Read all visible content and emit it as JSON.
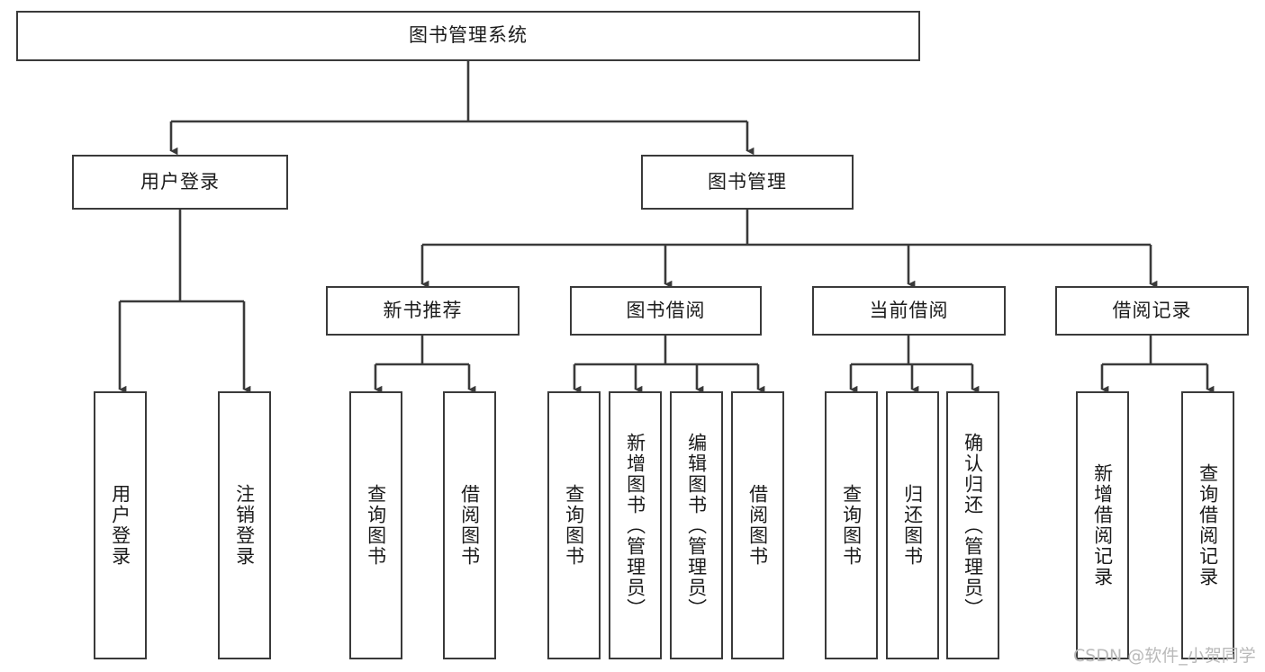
{
  "diagram": {
    "title": "图书管理系统",
    "type": "hierarchy-tree",
    "watermark": "CSDN @软件_小贺同学",
    "colors": {
      "line": "#3a3a3a",
      "box_fill": "#ffffff",
      "text": "#1b1b1b",
      "watermark": "#b9b9b9"
    },
    "levels": {
      "root": {
        "label": "图书管理系统"
      },
      "level2": [
        {
          "label": "用户登录"
        },
        {
          "label": "图书管理"
        }
      ],
      "level3": [
        {
          "label": "新书推荐"
        },
        {
          "label": "图书借阅"
        },
        {
          "label": "当前借阅"
        },
        {
          "label": "借阅记录"
        }
      ],
      "leaves": {
        "user_login": [
          {
            "label": "用户登录"
          },
          {
            "label": "注销登录"
          }
        ],
        "new_book_recommend": [
          {
            "label": "查询图书"
          },
          {
            "label": "借阅图书"
          }
        ],
        "book_borrow": [
          {
            "label": "查询图书"
          },
          {
            "label": "新增图书（管理员）"
          },
          {
            "label": "编辑图书（管理员）"
          },
          {
            "label": "借阅图书"
          }
        ],
        "current_borrow": [
          {
            "label": "查询图书"
          },
          {
            "label": "归还图书"
          },
          {
            "label": "确认归还（管理员）"
          }
        ],
        "borrow_records": [
          {
            "label": "新增借阅记录"
          },
          {
            "label": "查询借阅记录"
          }
        ]
      }
    }
  }
}
